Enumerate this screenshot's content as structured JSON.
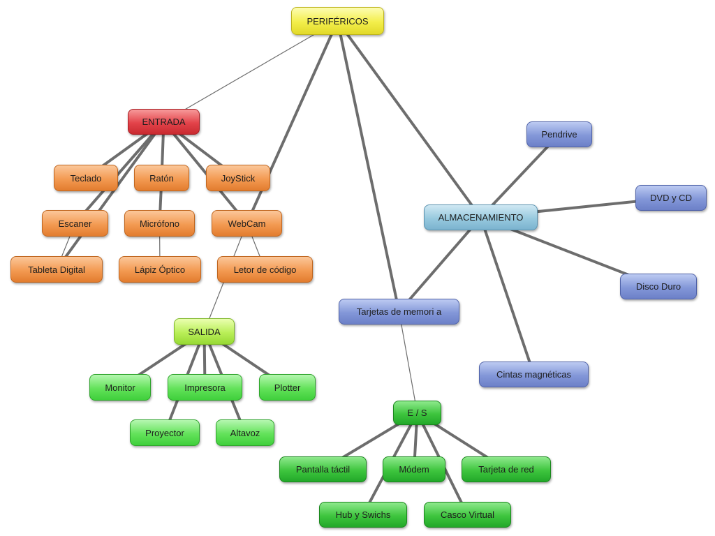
{
  "colors": {
    "connector": "#6d6d6d",
    "yellow": "#f3ee4a",
    "red": "#e3434a",
    "orange": "#f39a52",
    "lime": "#b9ef58",
    "green": "#63e25a",
    "dark_green": "#3ec53e",
    "blue": "#8397d8",
    "light_blue": "#97c9de"
  },
  "nodes": [
    {
      "id": "perifericos",
      "label": "PERIFÉRICOS",
      "color": "yellow"
    },
    {
      "id": "entrada",
      "label": "ENTRADA",
      "color": "red"
    },
    {
      "id": "teclado",
      "label": "Teclado",
      "color": "orange"
    },
    {
      "id": "raton",
      "label": "Ratón",
      "color": "orange"
    },
    {
      "id": "joystick",
      "label": "JoyStick",
      "color": "orange"
    },
    {
      "id": "escaner",
      "label": "Escaner",
      "color": "orange"
    },
    {
      "id": "microfono",
      "label": "Micrófono",
      "color": "orange"
    },
    {
      "id": "webcam",
      "label": "WebCam",
      "color": "orange"
    },
    {
      "id": "tableta",
      "label": "Tableta Digital",
      "color": "orange"
    },
    {
      "id": "lapiz",
      "label": "Lápiz Óptico",
      "color": "orange"
    },
    {
      "id": "letor",
      "label": "Letor de código",
      "color": "orange"
    },
    {
      "id": "salida",
      "label": "SALIDA",
      "color": "lime"
    },
    {
      "id": "monitor",
      "label": "Monitor",
      "color": "green"
    },
    {
      "id": "impresora",
      "label": "Impresora",
      "color": "green"
    },
    {
      "id": "plotter",
      "label": "Plotter",
      "color": "green"
    },
    {
      "id": "proyector",
      "label": "Proyector",
      "color": "green"
    },
    {
      "id": "altavoz",
      "label": "Altavoz",
      "color": "green"
    },
    {
      "id": "almacenamiento",
      "label": "ALMACENAMIENTO",
      "color": "light_blue"
    },
    {
      "id": "pendrive",
      "label": "Pendrive",
      "color": "blue"
    },
    {
      "id": "dvd",
      "label": "DVD y CD",
      "color": "blue"
    },
    {
      "id": "disco",
      "label": "Disco Duro",
      "color": "blue"
    },
    {
      "id": "cintas",
      "label": "Cintas magnéticas",
      "color": "blue"
    },
    {
      "id": "tarjetas",
      "label": "Tarjetas de memori a",
      "color": "blue"
    },
    {
      "id": "es",
      "label": "E / S",
      "color": "dark_green"
    },
    {
      "id": "pantalla",
      "label": "Pantalla táctil",
      "color": "dark_green"
    },
    {
      "id": "modem",
      "label": "Módem",
      "color": "dark_green"
    },
    {
      "id": "tarjeta_red",
      "label": "Tarjeta de red",
      "color": "dark_green"
    },
    {
      "id": "hub",
      "label": "Hub y Swichs",
      "color": "dark_green"
    },
    {
      "id": "casco",
      "label": "Casco Virtual",
      "color": "dark_green"
    }
  ],
  "edges": [
    {
      "from": "perifericos",
      "to": "entrada",
      "weight": "thin"
    },
    {
      "from": "perifericos",
      "to": "webcam",
      "weight": "thick"
    },
    {
      "from": "perifericos",
      "to": "tarjetas",
      "weight": "thick"
    },
    {
      "from": "perifericos",
      "to": "almacenamiento",
      "weight": "thick"
    },
    {
      "from": "entrada",
      "to": "teclado",
      "weight": "thick"
    },
    {
      "from": "entrada",
      "to": "raton",
      "weight": "thick"
    },
    {
      "from": "entrada",
      "to": "joystick",
      "weight": "thick"
    },
    {
      "from": "entrada",
      "to": "escaner",
      "weight": "thick"
    },
    {
      "from": "entrada",
      "to": "webcam",
      "weight": "thick"
    },
    {
      "from": "entrada",
      "to": "tableta",
      "weight": "thick"
    },
    {
      "from": "escaner",
      "to": "tableta",
      "weight": "thin"
    },
    {
      "from": "raton",
      "to": "microfono",
      "weight": "thick"
    },
    {
      "from": "microfono",
      "to": "lapiz",
      "weight": "thin"
    },
    {
      "from": "webcam",
      "to": "letor",
      "weight": "thin"
    },
    {
      "from": "webcam",
      "to": "salida",
      "weight": "thin"
    },
    {
      "from": "salida",
      "to": "monitor",
      "weight": "thick"
    },
    {
      "from": "salida",
      "to": "impresora",
      "weight": "thick"
    },
    {
      "from": "salida",
      "to": "plotter",
      "weight": "thick"
    },
    {
      "from": "salida",
      "to": "proyector",
      "weight": "thick"
    },
    {
      "from": "salida",
      "to": "altavoz",
      "weight": "thick"
    },
    {
      "from": "almacenamiento",
      "to": "pendrive",
      "weight": "thick"
    },
    {
      "from": "almacenamiento",
      "to": "dvd",
      "weight": "thick"
    },
    {
      "from": "almacenamiento",
      "to": "disco",
      "weight": "thick"
    },
    {
      "from": "almacenamiento",
      "to": "cintas",
      "weight": "thick"
    },
    {
      "from": "almacenamiento",
      "to": "tarjetas",
      "weight": "thick"
    },
    {
      "from": "tarjetas",
      "to": "es",
      "weight": "thin"
    },
    {
      "from": "es",
      "to": "pantalla",
      "weight": "thick"
    },
    {
      "from": "es",
      "to": "modem",
      "weight": "thick"
    },
    {
      "from": "es",
      "to": "tarjeta_red",
      "weight": "thick"
    },
    {
      "from": "es",
      "to": "hub",
      "weight": "thick"
    },
    {
      "from": "es",
      "to": "casco",
      "weight": "thick"
    }
  ]
}
